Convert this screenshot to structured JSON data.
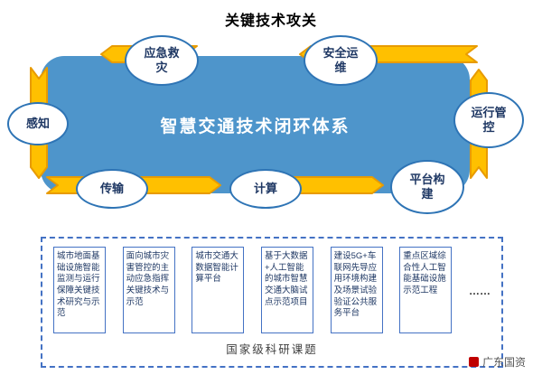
{
  "title": "关键技术攻关",
  "diagram": {
    "center_label": "智慧交通技术闭环体系",
    "nodes": [
      {
        "id": "perception",
        "label": "感知"
      },
      {
        "id": "emergency-rescue",
        "label": "应急救灾"
      },
      {
        "id": "safe-operation",
        "label": "安全运维"
      },
      {
        "id": "operation-control",
        "label": "运行管控"
      },
      {
        "id": "transmission",
        "label": "传输"
      },
      {
        "id": "computing",
        "label": "计算"
      },
      {
        "id": "platform-construction",
        "label": "平台构建"
      }
    ]
  },
  "projects": {
    "items": [
      "城市地面基础设施智能监测与运行保障关键技术研究与示范",
      "面向城市灾害管控的主动应急指挥关键技术与示范",
      "城市交通大数据智能计算平台",
      "基于大数据+人工智能的城市智慧交通大脑试点示范项目",
      "建设5G+车联网先导应用环境构建及场景试验验证公共服务平台",
      "重点区域综合性人工智能基础设施示范工程",
      "……"
    ],
    "caption": "国家级科研课题"
  },
  "footer": {
    "brand": "广东国资"
  },
  "colors": {
    "primary_blue": "#4E95CB",
    "arrow_yellow": "#FFC000",
    "arrow_outline": "#E89B00",
    "node_border": "#2E74B5",
    "text_navy": "#1F3864",
    "box_border": "#4472C4",
    "brand_red": "#C00000"
  }
}
